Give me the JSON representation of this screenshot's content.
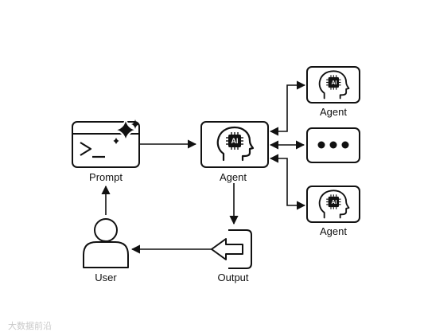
{
  "nodes": {
    "prompt": {
      "label": "Prompt",
      "icon": "prompt-window-sparkle-icon"
    },
    "agent_main": {
      "label": "Agent",
      "icon": "ai-head-icon",
      "chip": "AI"
    },
    "agent_top": {
      "label": "Agent",
      "icon": "ai-head-icon",
      "chip": "AI"
    },
    "more": {
      "icon": "ellipsis-icon"
    },
    "agent_bottom": {
      "label": "Agent",
      "icon": "ai-head-icon",
      "chip": "AI"
    },
    "output": {
      "label": "Output",
      "icon": "output-arrow-icon"
    },
    "user": {
      "label": "User",
      "icon": "user-icon"
    }
  },
  "watermark": {
    "text": "大数据前沿"
  },
  "colors": {
    "stroke": "#111111",
    "background": "#ffffff"
  }
}
